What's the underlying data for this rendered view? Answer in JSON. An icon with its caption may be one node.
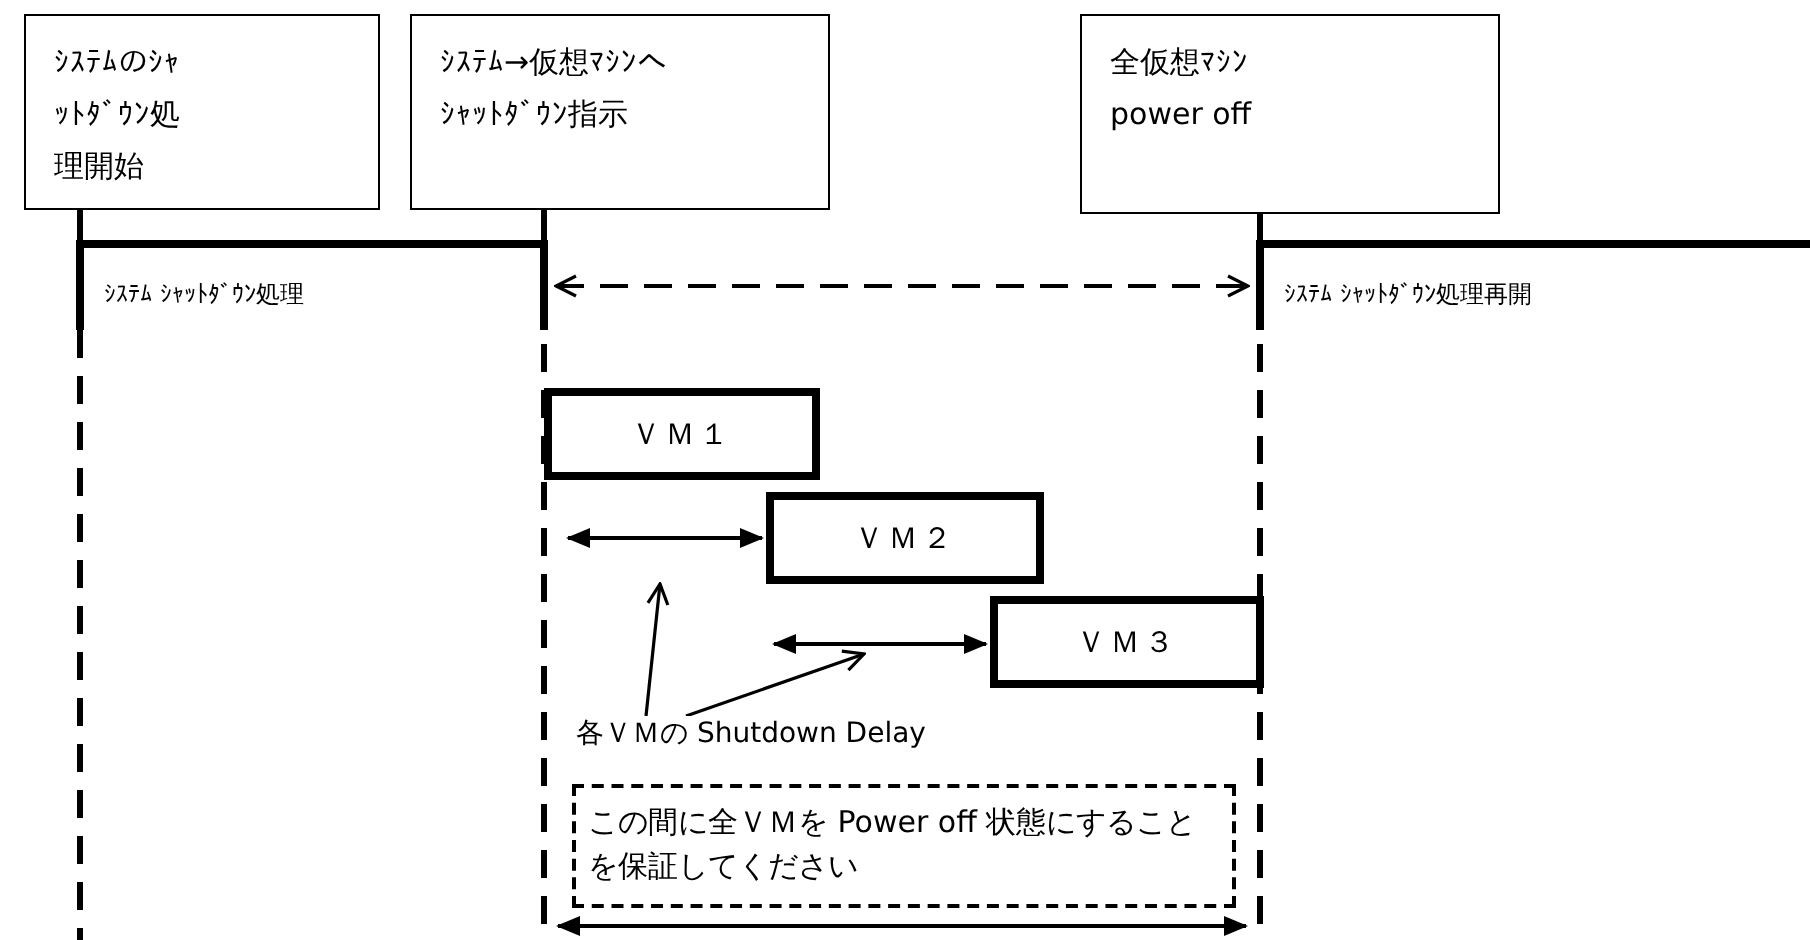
{
  "diagram": {
    "nodes": [
      {
        "text": [
          "ｼｽﾃﾑのｼｬｯﾄﾀﾞｳﾝ処理開始"
        ]
      },
      {
        "text": [
          "ｼｽﾃﾑ→仮想ﾏｼﾝへｼｬｯﾄﾀﾞｳﾝ指示"
        ]
      },
      {
        "text": [
          "全仮想ﾏｼﾝ power off"
        ]
      },
      {
        "text": [
          "ｼｽﾃﾑ ｼｬｯﾄﾀﾞｳﾝ処理"
        ]
      },
      {
        "text": [
          "ｼｽﾃﾑ ｼｬｯﾄﾀﾞｳﾝ処理再開"
        ]
      },
      {
        "text": [
          "ＶＭ１"
        ]
      },
      {
        "text": [
          "ＶＭ２"
        ]
      },
      {
        "text": [
          "ＶＭ３"
        ]
      },
      {
        "text": [
          "各ＶＭの Shutdown Delay"
        ]
      },
      {
        "text": [
          "この間に全ＶＭを Power off 状態にすることを保証してください"
        ]
      }
    ],
    "edges": [
      {
        "from": 0,
        "to": 3,
        "arrow": "none"
      },
      {
        "from": 1,
        "to": 3,
        "arrow": "none"
      },
      {
        "from": 2,
        "to": 4,
        "arrow": "none"
      },
      {
        "from": 3,
        "to": 4,
        "arrow": "both",
        "style": "dashed"
      },
      {
        "from": 8,
        "to": null,
        "arrow": "to"
      },
      {
        "from": 8,
        "to": null,
        "arrow": "to"
      }
    ]
  }
}
